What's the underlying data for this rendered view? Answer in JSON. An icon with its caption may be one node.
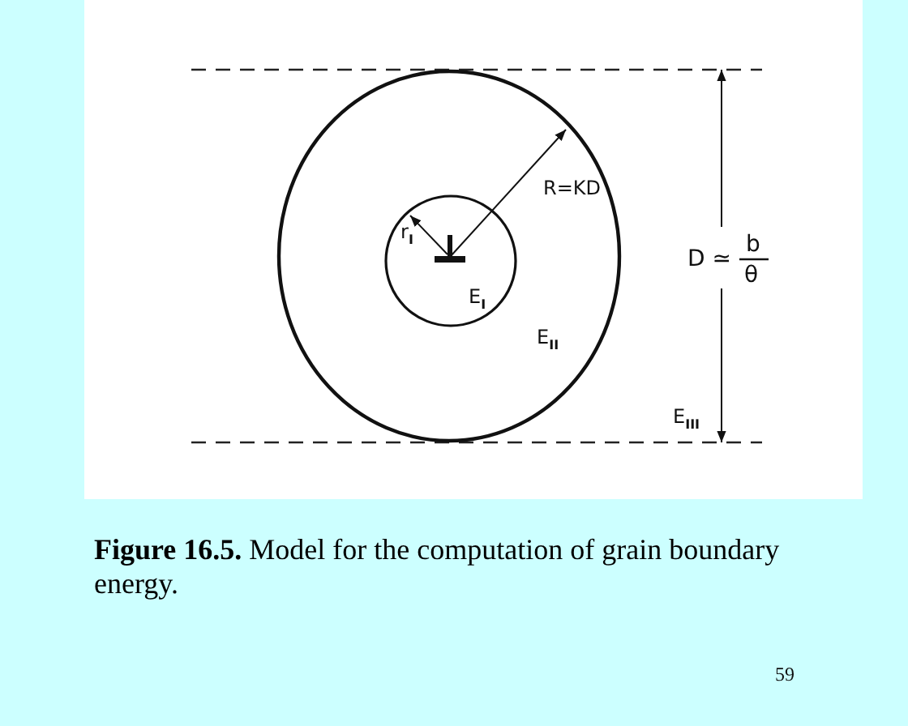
{
  "diagram": {
    "caption": "**Figure 16.5.** Model for the computation of grain boundary energy.",
    "labels": [
      "R=KD",
      "r$_{I}$",
      "E$_{I}$",
      "E$_{II}$",
      "D ≃",
      "b",
      "θ",
      "E$_{III}$",
      "59"
    ]
  }
}
